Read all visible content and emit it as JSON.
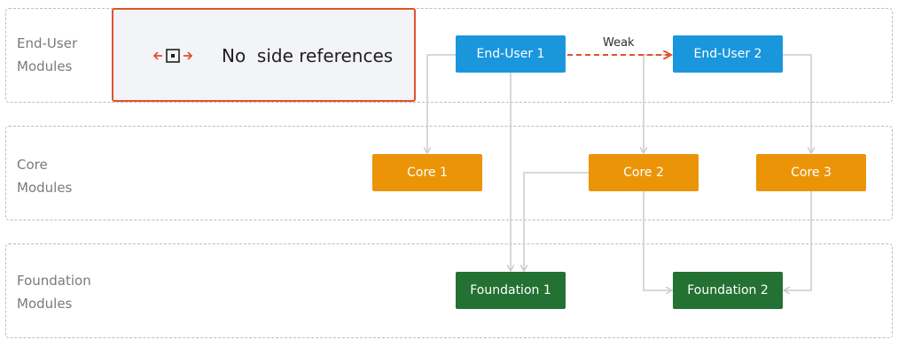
{
  "layers": {
    "enduser": "End-User\nModules",
    "core": "Core\nModules",
    "foundation": "Foundation\nModules"
  },
  "nodes": {
    "enduser_1": "End-User 1",
    "enduser_2": "End-User 2",
    "core_1": "Core 1",
    "core_2": "Core 2",
    "core_3": "Core 3",
    "foundation_1": "Foundation 1",
    "foundation_2": "Foundation 2"
  },
  "callout": {
    "text": "No  side references",
    "icon": "side-reference-icon"
  },
  "edges": {
    "weak_label": "Weak"
  },
  "colors": {
    "enduser": "#1a96dd",
    "core": "#eb9408",
    "foundation": "#237133",
    "accent": "#e1522b",
    "connector": "#cccccc"
  }
}
